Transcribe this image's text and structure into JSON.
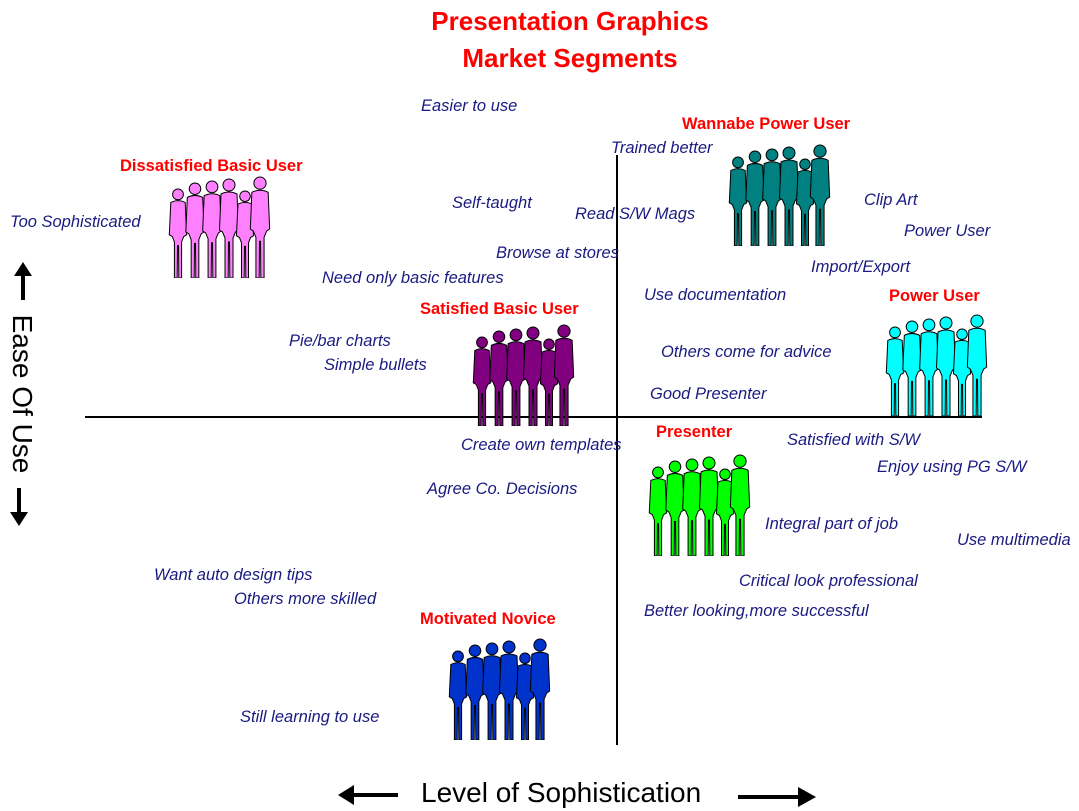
{
  "title": {
    "line1": "Presentation Graphics",
    "line2": "Market Segments"
  },
  "axes": {
    "x_label": "Level of Sophistication",
    "y_label": "Ease Of Use"
  },
  "segments": {
    "dissatisfied_basic": {
      "label": "Dissatisfied Basic User",
      "color": "#ff80ff"
    },
    "wannabe_power": {
      "label": "Wannabe Power User",
      "color": "#008080"
    },
    "satisfied_basic": {
      "label": "Satisfied Basic User",
      "color": "#800080"
    },
    "power_user": {
      "label": "Power User",
      "color": "#00ffff"
    },
    "presenter": {
      "label": "Presenter",
      "color": "#00ff00"
    },
    "motivated_novice": {
      "label": "Motivated Novice",
      "color": "#0033cc"
    }
  },
  "notes": [
    "Easier to use",
    "Trained better",
    "Too Sophisticated",
    "Self-taught",
    "Read S/W Mags",
    "Browse at stores",
    "Need only basic features",
    "Clip Art",
    "Power User",
    "Import/Export",
    "Use documentation",
    "Pie/bar charts",
    "Simple bullets",
    "Others come for advice",
    "Good Presenter",
    "Create own templates",
    "Satisfied with S/W",
    "Enjoy using PG S/W",
    "Agree Co. Decisions",
    "Integral part of job",
    "Use multimedia",
    "Want auto design tips",
    "Others more skilled",
    "Critical look professional",
    "Better looking,more successful",
    "Still learning to use"
  ]
}
